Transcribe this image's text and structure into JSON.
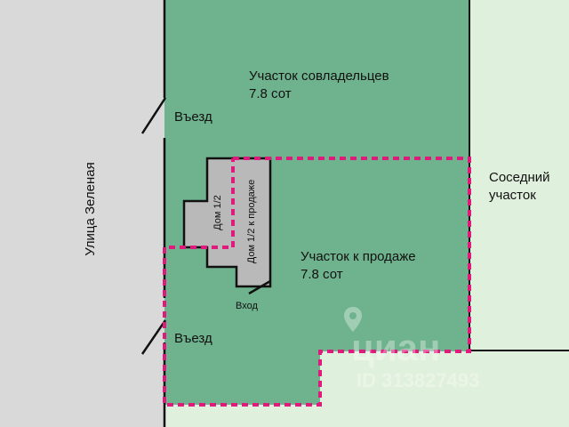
{
  "plan": {
    "street": "Улица Зеленая",
    "co_owners_plot": {
      "name": "Участок совладельцев",
      "area": "7.8 сот"
    },
    "sale_plot": {
      "name": "Участок к продаже",
      "area": "7.8 сот"
    },
    "neighbor_plot": "Соседний участок",
    "entry_top": "Въезд",
    "entry_bottom": "Въезд",
    "house_half": "Дом 1/2",
    "house_half_for_sale": "Дом 1/2 к продаже",
    "entrance": "Вход"
  },
  "watermark": {
    "brand": "циан",
    "id": "ID 313827493"
  },
  "colors": {
    "street": "#d9d9d9",
    "plot_green": "#6fb28e",
    "neighbor_green": "#dff0dc",
    "house_gray": "#b9b9b9",
    "sale_border": "#e0197d",
    "line": "#111111"
  }
}
